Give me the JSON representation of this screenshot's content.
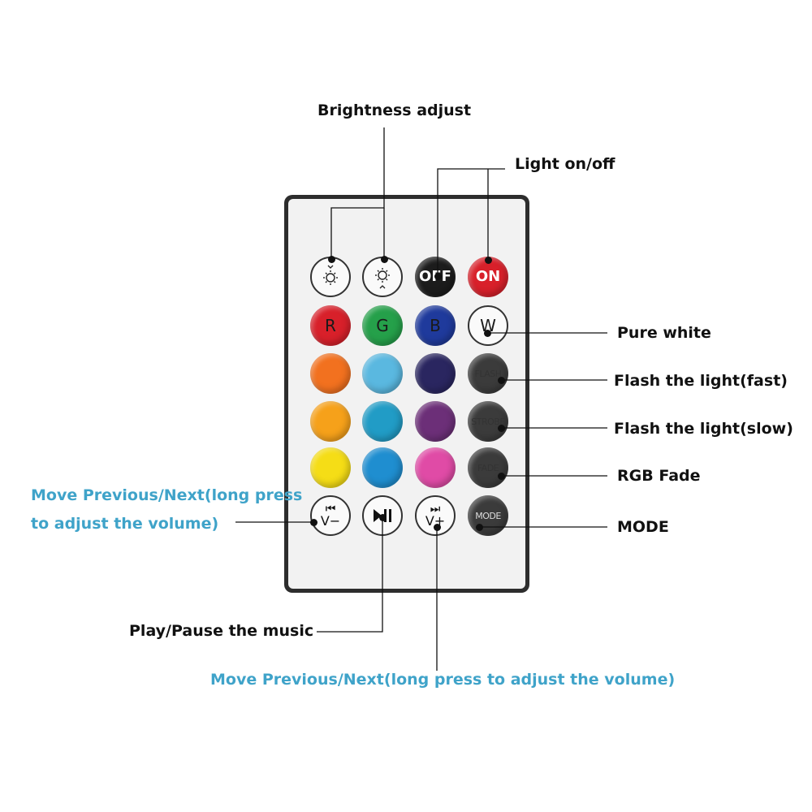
{
  "labels": {
    "brightness": "Brightness adjust",
    "light_onoff": "Light on/off",
    "pure_white": "Pure white",
    "flash_fast": "Flash the light(fast)",
    "flash_slow": "Flash the light(slow)",
    "rgb_fade": "RGB Fade",
    "mode": "MODE",
    "prev_next_left_line1": "Move Previous/Next(long press",
    "prev_next_left_line2": "to adjust the volume)",
    "play_pause": "Play/Pause the music",
    "prev_next_bottom": "Move Previous/Next(long press to adjust the volume)"
  },
  "buttons": {
    "row1": {
      "off": "OFF",
      "on": "ON"
    },
    "row2": {
      "r": "R",
      "g": "G",
      "b": "B",
      "w": "W"
    },
    "flash": "FLASH",
    "strobe": "STROBE",
    "fade": "FADE",
    "mode": "MODE",
    "vol_down": "V−",
    "vol_up": "V+"
  },
  "colors": {
    "label_blue": "#3fa3c9",
    "red": "#d8202a",
    "green": "#25a04a",
    "blue": "#1f3a9c",
    "orange": "#f2711f",
    "light_blue": "#5ab8e0",
    "navy": "#2a2660",
    "amber": "#f6a11a",
    "teal": "#219cc6",
    "purple": "#6c2f78",
    "yellow": "#f5dd16",
    "sky": "#1f8ed0",
    "pink": "#e04ba6",
    "dark_gray": "#3b3b3b"
  }
}
